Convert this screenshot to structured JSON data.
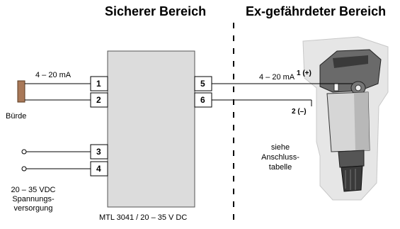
{
  "regions": {
    "safe_area": "Sicherer Bereich",
    "hazardous_area": "Ex-gefährdeter Bereich"
  },
  "left_current": "4 – 20 mA",
  "burden": "Bürde",
  "terminals": [
    "1",
    "2",
    "3",
    "4",
    "5",
    "6"
  ],
  "power_supply": {
    "line1": "20 – 35 VDC",
    "line2": "Spannungs-",
    "line3": "versorgung"
  },
  "device_label": "MTL 3041 / 20 – 35 V DC",
  "right_current": "4 – 20 mA",
  "pol_plus": "1 (+)",
  "pol_minus": "2 (–)",
  "see_table": {
    "line1": "siehe",
    "line2": "Anschluss-",
    "line3": "tabelle"
  },
  "colors": {
    "line": "#000000",
    "box_fill": "#dcdcdc",
    "sensor_halo": "#e8e8e8"
  }
}
